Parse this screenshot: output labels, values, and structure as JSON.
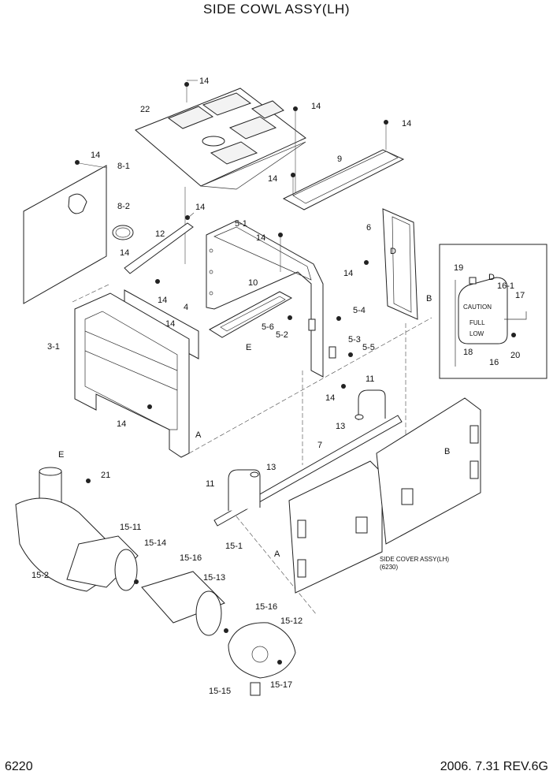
{
  "title": "SIDE COWL ASSY(LH)",
  "page_number": "6220",
  "revision": "2006. 7.31  REV.6G",
  "side_cover_note": {
    "line1": "SIDE COVER ASSY(LH)",
    "line2": "(6230)"
  },
  "callouts": {
    "c14_a": "14",
    "c14_b": "14",
    "c14_c": "14",
    "c14_d": "14",
    "c14_e": "14",
    "c14_f": "14",
    "c14_g": "14",
    "c14_h": "14",
    "c14_i": "14",
    "c14_j": "14",
    "c14_k": "14",
    "c14_l": "14",
    "c14_m": "14",
    "c22": "22",
    "c9": "9",
    "c8_1": "8-1",
    "c8_2": "8-2",
    "c12": "12",
    "c5_1": "5-1",
    "c6": "6",
    "cD_tank": "D",
    "cD_panel": "D",
    "c10": "10",
    "c4": "4",
    "cE_lbl": "E",
    "c5_6": "5-6",
    "c5_2": "5-2",
    "c5_4": "5-4",
    "c5_3": "5-3",
    "c5_5": "5-5",
    "cB_panel": "B",
    "c3_1": "3-1",
    "cA_frame": "A",
    "c19": "19",
    "c16_1": "16-1",
    "c17": "17",
    "c18": "18",
    "c16": "16",
    "c20": "20",
    "c11_a": "11",
    "c11_b": "11",
    "c13_a": "13",
    "c13_b": "13",
    "c7": "7",
    "cE_top": "E",
    "c21": "21",
    "c15_11": "15-11",
    "c15_14": "15-14",
    "c15_1": "15-1",
    "c15_2": "15-2",
    "c15_16_a": "15-16",
    "c15_13": "15-13",
    "c15_16_b": "15-16",
    "c15_12": "15-12",
    "c15_15": "15-15",
    "c15_17": "15-17",
    "cB_cover": "B",
    "cA_cover": "A"
  },
  "tank_labels": {
    "caution": "CAUTION",
    "full": "FULL",
    "low": "LOW"
  }
}
